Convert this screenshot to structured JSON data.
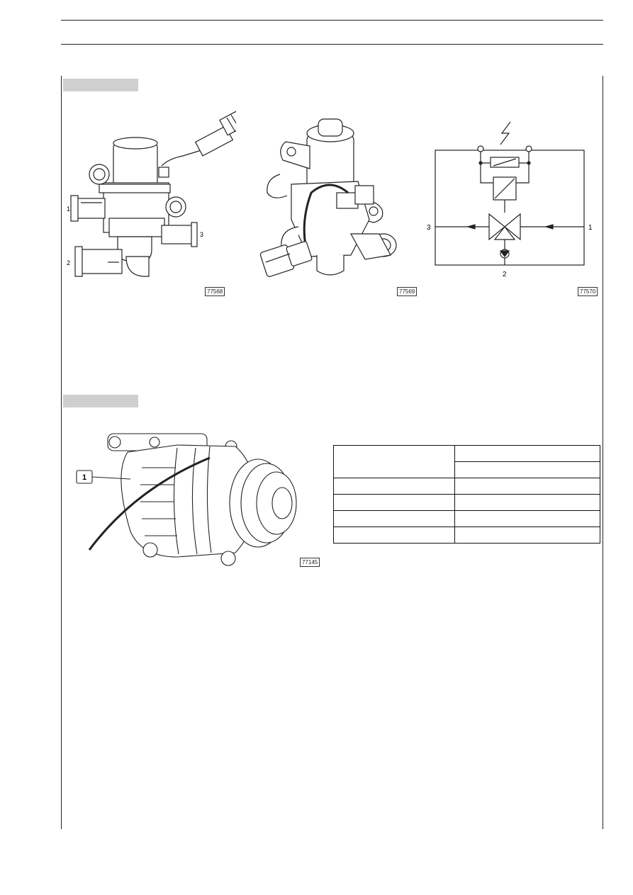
{
  "figures": {
    "fig1": {
      "label": "77568",
      "ports": [
        "1",
        "2",
        "3"
      ]
    },
    "fig2": {
      "label": "77569"
    },
    "fig3": {
      "label": "77570",
      "ports": [
        "3",
        "1",
        "2"
      ]
    },
    "fig4": {
      "label": "77145",
      "callout": "1"
    }
  },
  "table": {
    "rows": [
      [
        "",
        "",
        ""
      ],
      [
        "",
        ""
      ],
      [
        "",
        ""
      ],
      [
        "",
        ""
      ],
      [
        "",
        ""
      ]
    ]
  }
}
